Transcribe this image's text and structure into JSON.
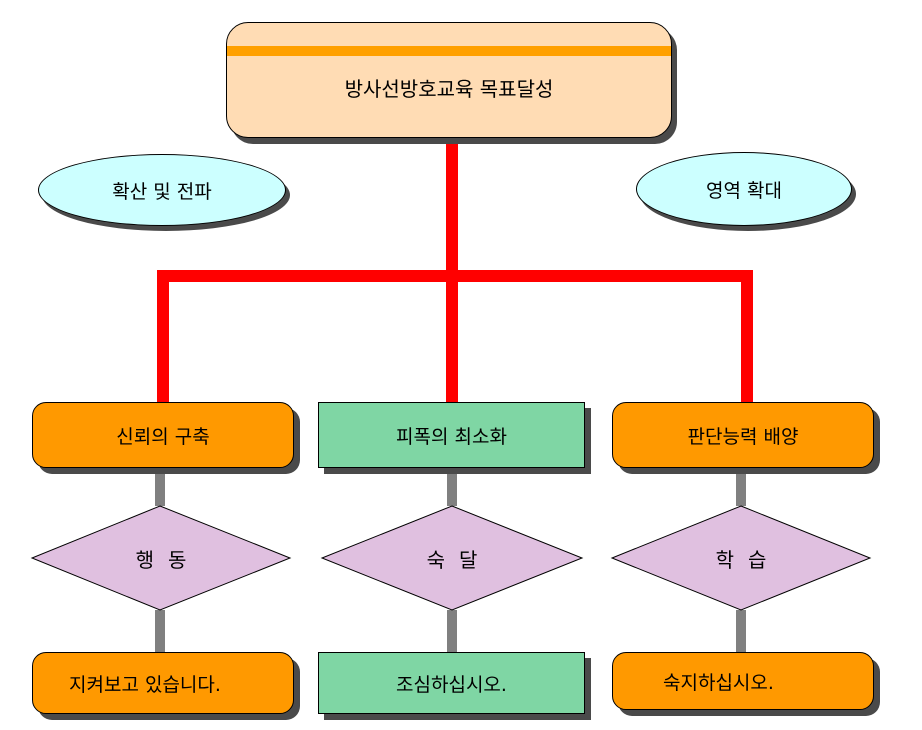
{
  "title": "방사선방호교육 목표달성",
  "side_left": "확산 및 전파",
  "side_right": "영역 확대",
  "columns": [
    {
      "head": "신뢰의 구축",
      "diamond": "행동",
      "foot": "지켜보고 있습니다."
    },
    {
      "head": "피폭의 최소화",
      "diamond": "숙달",
      "foot": "조심하십시오."
    },
    {
      "head": "판단능력 배양",
      "diamond": "학습",
      "foot": "숙지하십시오."
    }
  ],
  "colors": {
    "connector_red": "#ff0000",
    "connector_gray": "#808080",
    "orange": "#ff9900",
    "green": "#7fd6a4",
    "diamond": "#e0c0e0",
    "ellipse": "#ccffff",
    "title_box": "#ffdcb4",
    "title_stripe": "#ffa000"
  }
}
